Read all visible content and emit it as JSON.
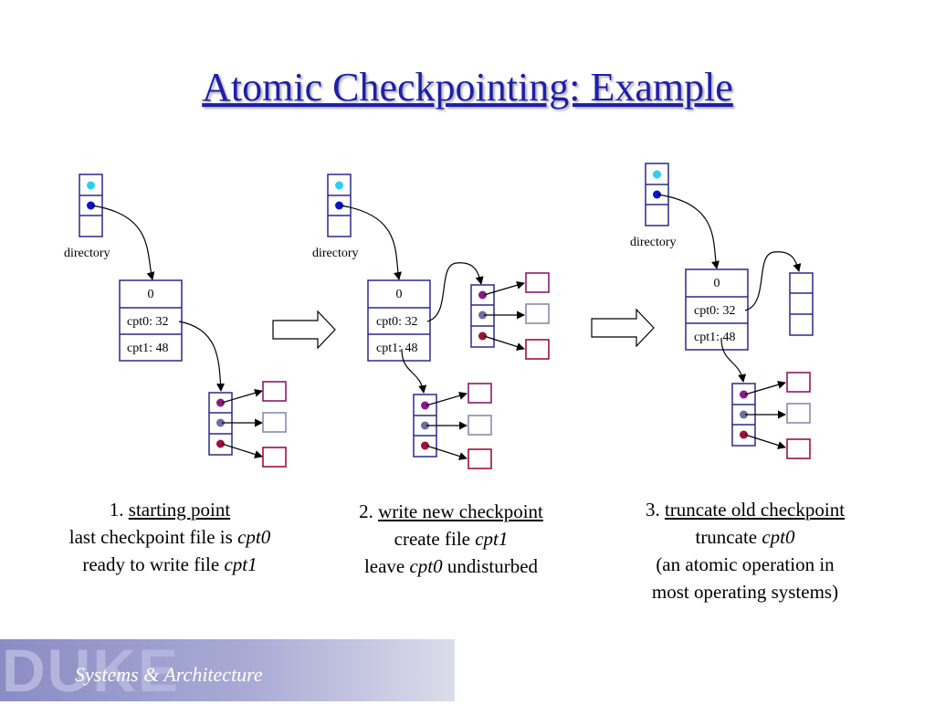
{
  "title": "Atomic Checkpointing: Example",
  "labels": {
    "directory": "directory",
    "slot0": "0",
    "cpt0": "cpt0: 32",
    "cpt1": "cpt1: 48"
  },
  "steps": [
    {
      "number": "1.",
      "heading": "starting point",
      "line2_text": "last checkpoint file is",
      "line2_italic": "cpt0",
      "line3_text": "ready to write file",
      "line3_italic": "cpt1"
    },
    {
      "number": "2.",
      "heading": "write new checkpoint",
      "line2_text": "create file",
      "line2_italic": "cpt1",
      "line3_text": "leave",
      "line3_italic": "cpt0",
      "line3_tail": "undisturbed"
    },
    {
      "number": "3.",
      "heading": "truncate old checkpoint",
      "line2_text": "truncate",
      "line2_italic": "cpt0",
      "line3_text": "(an atomic operation in",
      "line4_text": "most operating systems)"
    }
  ],
  "footer": {
    "logo": "DUKE",
    "text": "Systems & Architecture"
  },
  "colors": {
    "title": "#1f1fa8",
    "box_stroke": "#2a2a8a",
    "dot_cyan": "#2bd0f0",
    "dot_blue": "#0a14d0",
    "dot_purple": "#8a1a8a",
    "dot_slate": "#6a6ea0",
    "dot_crimson": "#a0103a",
    "block_purple": "#8a1a6a",
    "block_slate": "#8a8ab0",
    "block_crimson": "#a0103a"
  }
}
